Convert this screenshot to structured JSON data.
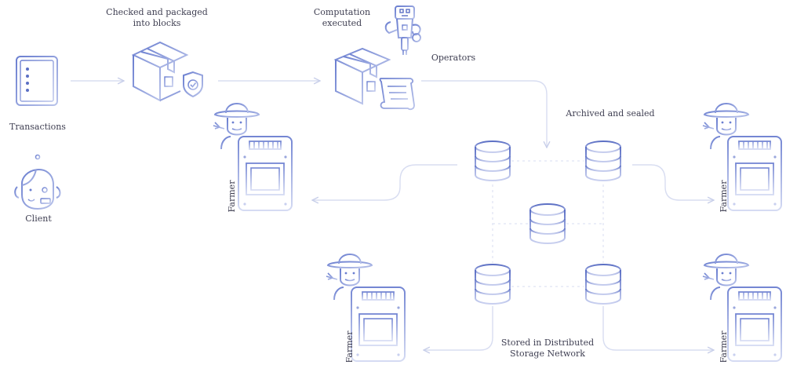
{
  "labels": {
    "packaged": "Checked and packaged\ninto blocks",
    "computation": "Computation\nexecuted",
    "operators": "Operators",
    "archived": "Archived and sealed",
    "transactions": "Transactions",
    "client": "Client",
    "stored": "Stored in Distributed\nStorage Network",
    "farmer": "Farmer"
  },
  "colors": {
    "accent": "#5b6fc4",
    "accent_light": "#c3cbec",
    "line": "#d3d9ef",
    "text": "#3f3f52"
  },
  "icons": [
    "document-list-icon",
    "client-face-icon",
    "box-shield-icon",
    "box-scroll-icon",
    "robot-icon",
    "database-icon",
    "farmer-icon",
    "hard-drive-icon"
  ]
}
